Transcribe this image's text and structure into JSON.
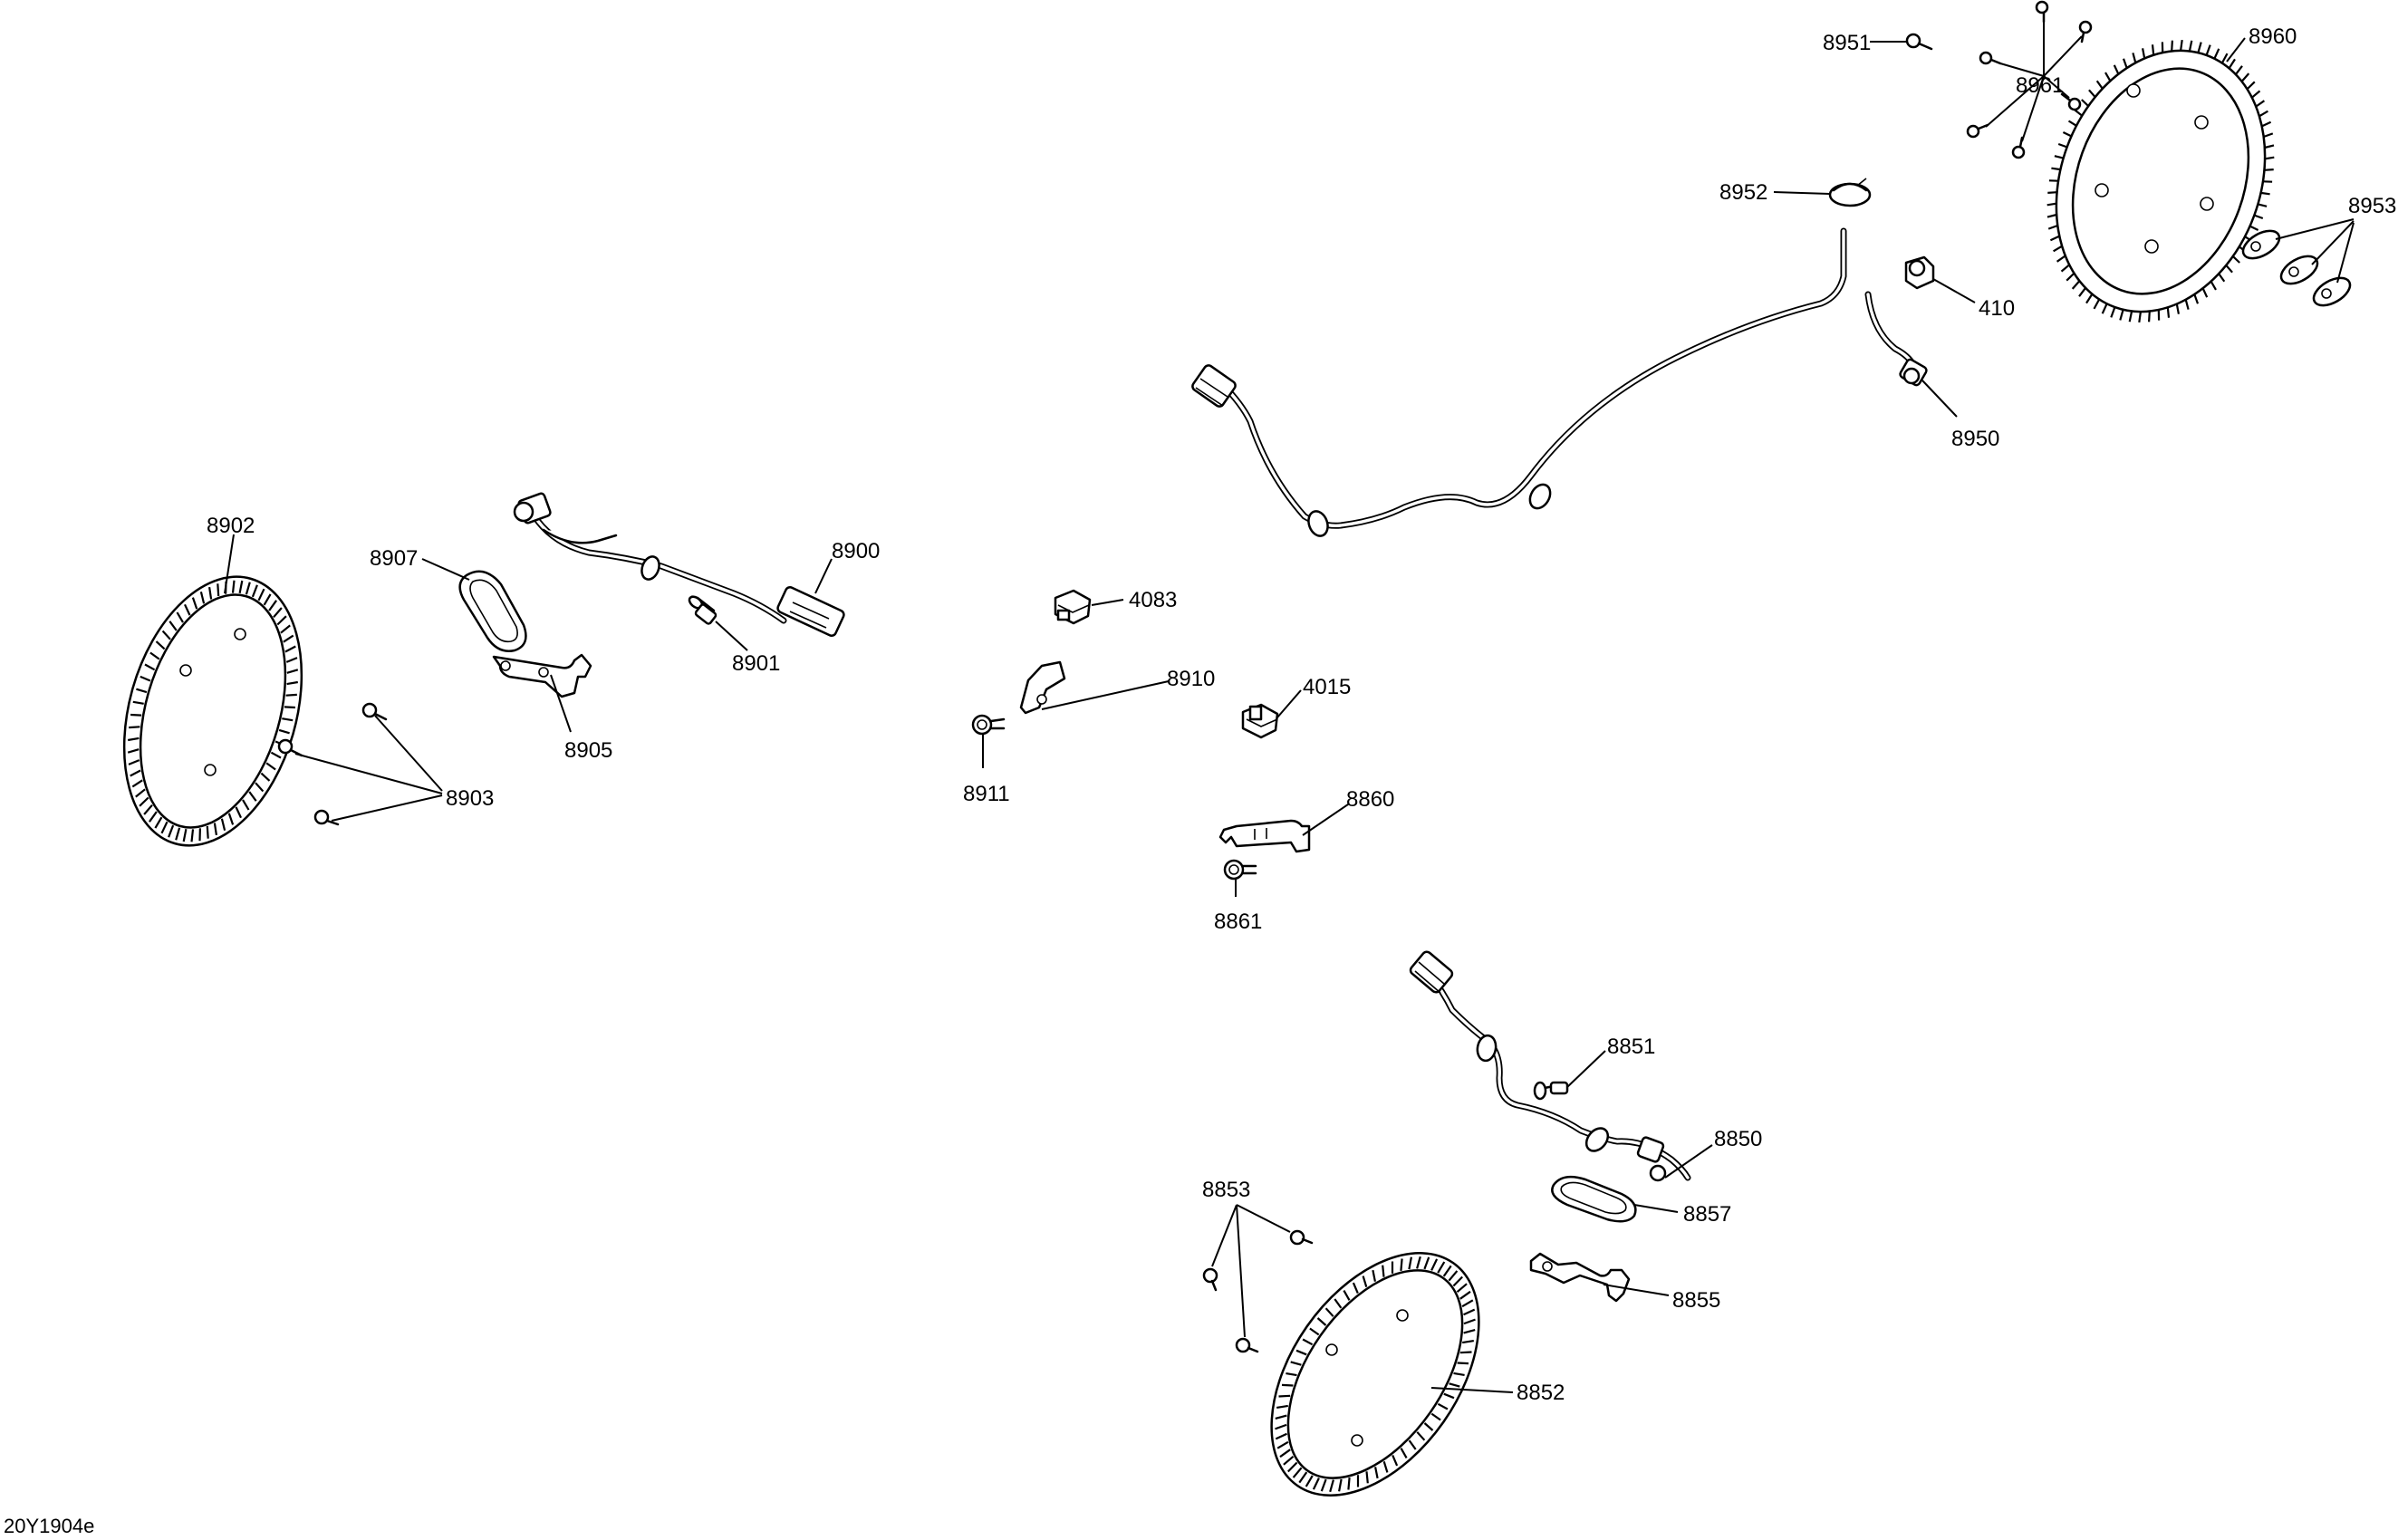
{
  "diagram": {
    "id_text": "20Y1904e",
    "callouts": {
      "c8902": "8902",
      "c8907": "8907",
      "c8900": "8900",
      "c8901": "8901",
      "c8905": "8905",
      "c8903": "8903",
      "c4083": "4083",
      "c8910": "8910",
      "c8911": "8911",
      "c4015": "4015",
      "c8860": "8860",
      "c8861": "8861",
      "c8951": "8951",
      "c8961": "8961",
      "c8960": "8960",
      "c8952": "8952",
      "c8953": "8953",
      "c410": "410",
      "c8950": "8950",
      "c8851": "8851",
      "c8850": "8850",
      "c8853": "8853",
      "c8857": "8857",
      "c8855": "8855",
      "c8852": "8852"
    }
  }
}
